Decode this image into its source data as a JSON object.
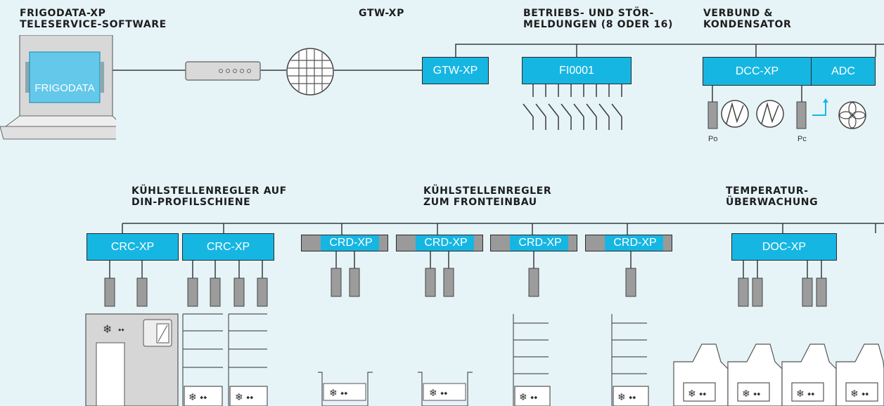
{
  "headings": {
    "software": [
      "FRIGODATA-XP",
      "TELESERVICE-SOFTWARE"
    ],
    "gateway": [
      "GTW-XP"
    ],
    "alarms": [
      "BETRIEBS- UND STÖR-",
      "MELDUNGEN (8 ODER 16)"
    ],
    "compound": [
      "VERBUND &",
      "KONDENSATOR"
    ],
    "din_rail": [
      "KÜHLSTELLENREGLER AUF",
      "DIN-PROFILSCHIENE"
    ],
    "front_mount": [
      "KÜHLSTELLENREGLER",
      "ZUM FRONTEINBAU"
    ],
    "temperature": [
      "TEMPERATUR-",
      "ÜBERWACHUNG"
    ]
  },
  "monitor_screen_text": "FRIGODATA",
  "devices": {
    "gtw": "GTW-XP",
    "fi": "FI0001",
    "dcc": "DCC-XP",
    "adc": "ADC",
    "crc": "CRC-XP",
    "crd": "CRD-XP",
    "doc": "DOC-XP"
  },
  "sensor_labels": {
    "po": "Po",
    "pc": "Pc"
  },
  "colors": {
    "device_blue": "#16b6e2",
    "background": "#e6f4f8",
    "line": "#3a3a3a",
    "sensor_gray": "#9c9c9c"
  }
}
